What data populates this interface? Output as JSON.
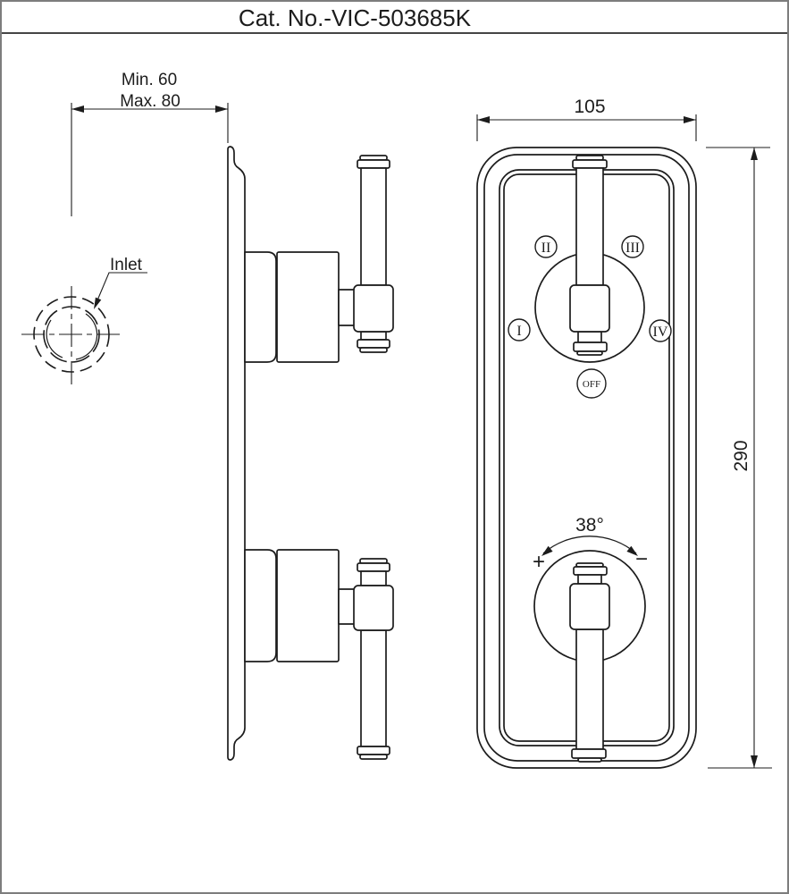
{
  "title": "Cat. No.-VIC-503685K",
  "annotations": {
    "min_distance": "Min. 60",
    "max_distance": "Max. 80",
    "inlet_label": "Inlet",
    "width_dim": "105",
    "height_dim": "290",
    "angle_dim": "38°",
    "plus_sign": "+",
    "minus_sign": "−",
    "off_label": "OFF",
    "roman": [
      "I",
      "II",
      "III",
      "IV"
    ]
  },
  "colors": {
    "line": "#1c1c1c",
    "page_border": "#7d7d7d",
    "background": "#ffffff"
  }
}
